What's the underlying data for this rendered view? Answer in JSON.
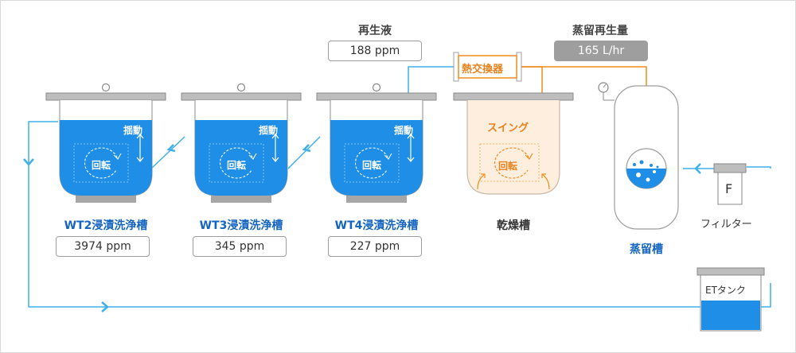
{
  "tanks": [
    {
      "label": "WT2浸漬洗浄槽",
      "ppm": "3974 ppm"
    },
    {
      "label": "WT3浸漬洗浄槽",
      "ppm": "345 ppm"
    },
    {
      "label": "WT4浸漬洗浄槽",
      "ppm": "227 ppm"
    }
  ],
  "tank_inner": {
    "shake": "揺動",
    "rotate": "回転"
  },
  "dryer": {
    "label": "乾燥槽",
    "swing": "スイング",
    "rotate": "回転"
  },
  "heat_exchanger": {
    "label": "熱交換器"
  },
  "regen": {
    "title": "再生液",
    "value": "188 ppm"
  },
  "distill_rate": {
    "title": "蒸留再生量",
    "value": "165 L/hr"
  },
  "distiller": {
    "label": "蒸留槽"
  },
  "filter": {
    "letter": "F",
    "label": "フィルター"
  },
  "et_tank": {
    "label": "ETタンク"
  },
  "colors": {
    "water": "#1e8ee6",
    "pipe": "#3fb1e8",
    "orange": "#f08c1e",
    "frame": "#9e9e9e",
    "tank_blue": "#1565c0"
  }
}
